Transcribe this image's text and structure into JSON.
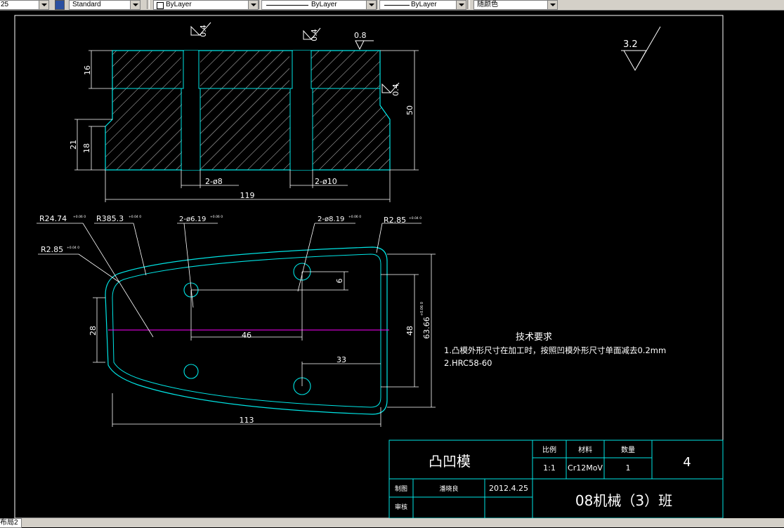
{
  "toolbar": {
    "dimstyle_value": "25",
    "textstyle_value": "Standard",
    "layer_value": "ByLayer",
    "linetype_value": "ByLayer",
    "lineweight_value": "ByLayer",
    "plotstyle_value": "随颜色"
  },
  "status": {
    "layout_tab": "布局2"
  },
  "drawing": {
    "roughness_general": "3.2",
    "section_view": {
      "roughness_marks": [
        "0.4",
        "0.4",
        "0.8",
        "0.4"
      ],
      "dims": {
        "h16": "16",
        "h21": "21",
        "h18": "18",
        "h50": "50",
        "w119": "119",
        "hole8": "2-ø8",
        "hole10": "2-ø10"
      }
    },
    "plan_view": {
      "callouts": {
        "r24": "R24.74",
        "r24_tol": "+0.06 0",
        "r385": "R385.3",
        "r385_tol": "+0.04 0",
        "hole619": "2-ø6.19",
        "hole619_tol": "+0.06 0",
        "hole819": "2-ø8.19",
        "hole819_tol": "+0.06 0",
        "r285a": "R2.85",
        "r285a_tol": "+0.04 0",
        "r285b": "R2.85",
        "r285b_tol": "+0.04 0"
      },
      "dims": {
        "d28": "28",
        "d46": "46",
        "d6": "6",
        "d48": "48",
        "d6366": "63.66",
        "d6366_tol": "+0.06 0",
        "d33": "33",
        "d113": "113"
      }
    },
    "tech_requirements": {
      "title": "技术要求",
      "item1": "1.凸模外形尺寸在加工时，按照凹模外形尺寸单面减去0.2mm",
      "item2": "2.HRC58-60"
    },
    "title_block": {
      "part_name": "凸凹模",
      "scale_label": "比例",
      "material_label": "材料",
      "quantity_label": "数量",
      "scale_value": "1:1",
      "material_value": "Cr12MoV",
      "quantity_value": "1",
      "sheet_no": "4",
      "drawn_label": "制图",
      "drawn_by": "潘晓良",
      "date": "2012.4.25",
      "checked_label": "审核",
      "class_name": "08机械（3）班"
    }
  },
  "colors": {
    "background": "#000000",
    "lines": "#ffffff",
    "outline": "#00e5e5",
    "hatch": "#ffffff",
    "centerline": "#ff00ff"
  }
}
